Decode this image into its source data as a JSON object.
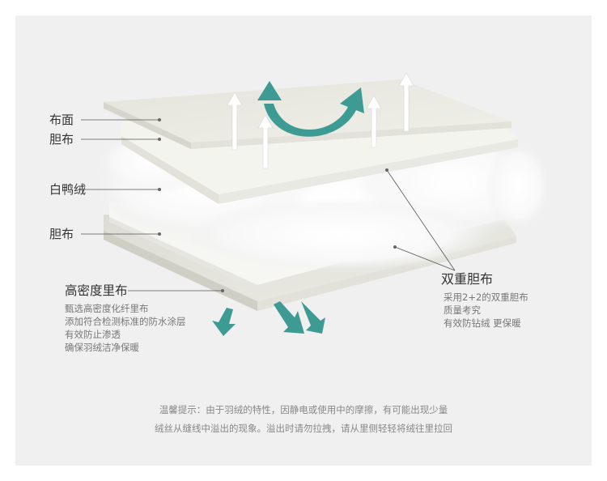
{
  "labels": {
    "face_fabric": "布面",
    "liner_top": "胆布",
    "white_duck_down": "白鸭绒",
    "liner_bottom": "胆布",
    "lining": {
      "title": "高密度里布",
      "lines": [
        "甄选高密度化纤里布",
        "添加符合检测标准的防水涂层",
        "有效防止渗透",
        "确保羽绒洁净保暖"
      ]
    },
    "double_liner": {
      "title": "双重胆布",
      "lines": [
        "采用2+2的双重胆布",
        "质量考究",
        "有效防钻绒 更保暖"
      ]
    }
  },
  "notice": {
    "line1": "温馨提示：由于羽绒的特性，因静电或使用中的摩擦，有可能出现少量",
    "line2": "绒丝从缝线中溢出的现象。溢出时请勿拉拽，请从里侧轻轻将绒往里拉回"
  },
  "colors": {
    "arrow_teal": "#3e9b94",
    "arrow_white": "#ffffff",
    "panel": "#f0f0f0"
  }
}
